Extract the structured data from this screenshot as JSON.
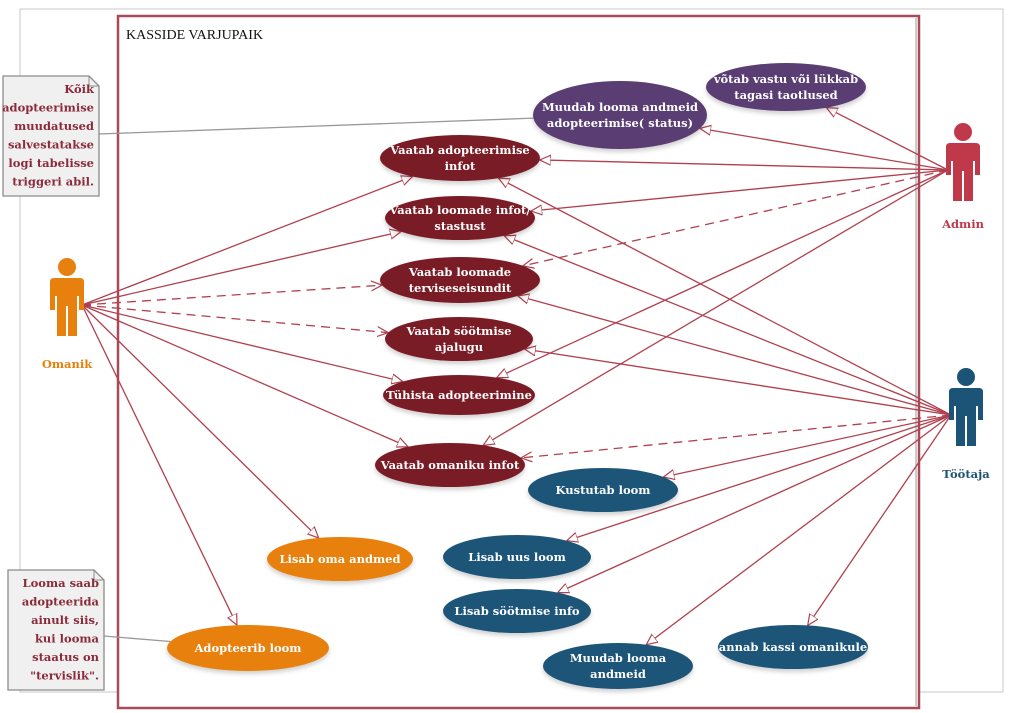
{
  "system": {
    "title": "KASSIDE VARJUPAIK"
  },
  "colors": {
    "line": "#b0404f",
    "frame": "#a84a58",
    "admin": "#c0394a",
    "omanik": "#e8800e",
    "tootaja": "#1c5478",
    "uc_purple": "#5a3e72",
    "uc_maroon": "#7a1c28",
    "uc_orange": "#e8800e",
    "uc_blue": "#1c5478",
    "note_bg": "#f0f0f0",
    "note_text": "#8a2a3a"
  },
  "actors": [
    {
      "id": "admin",
      "label": "Admin",
      "icon": "person-icon",
      "color_key": "admin"
    },
    {
      "id": "omanik",
      "label": "Omanik",
      "icon": "person-icon",
      "color_key": "omanik"
    },
    {
      "id": "tootaja",
      "label": "Töötaja",
      "icon": "person-icon",
      "color_key": "tootaja"
    }
  ],
  "use_cases": [
    {
      "id": "uc_accept",
      "lines": [
        "võtab vastu või lükkab",
        "tagasi taotlused"
      ],
      "color_key": "uc_purple"
    },
    {
      "id": "uc_status",
      "lines": [
        "Muudab looma andmeid",
        "adopteerimise( status)"
      ],
      "color_key": "uc_purple"
    },
    {
      "id": "uc_adopt_info",
      "lines": [
        "Vaatab adopteerimise",
        "infot"
      ],
      "color_key": "uc_maroon"
    },
    {
      "id": "uc_animal_info",
      "lines": [
        "Vaatab loomade infot/",
        "stastust"
      ],
      "color_key": "uc_maroon"
    },
    {
      "id": "uc_health",
      "lines": [
        "Vaatab loomade",
        "terviseseisundit"
      ],
      "color_key": "uc_maroon"
    },
    {
      "id": "uc_feed_hist",
      "lines": [
        "Vaatab söötmise",
        "ajalugu"
      ],
      "color_key": "uc_maroon"
    },
    {
      "id": "uc_cancel",
      "lines": [
        "Tühista adopteerimine"
      ],
      "color_key": "uc_maroon"
    },
    {
      "id": "uc_owner_info",
      "lines": [
        "Vaatab omaniku infot"
      ],
      "color_key": "uc_maroon"
    },
    {
      "id": "uc_delete",
      "lines": [
        "Kustutab loom"
      ],
      "color_key": "uc_blue"
    },
    {
      "id": "uc_add_own",
      "lines": [
        "Lisab oma andmed"
      ],
      "color_key": "uc_orange"
    },
    {
      "id": "uc_add_animal",
      "lines": [
        "Lisab uus loom"
      ],
      "color_key": "uc_blue"
    },
    {
      "id": "uc_add_feed",
      "lines": [
        "Lisab söötmise info"
      ],
      "color_key": "uc_blue"
    },
    {
      "id": "uc_adopt",
      "lines": [
        "Adopteerib loom"
      ],
      "color_key": "uc_orange"
    },
    {
      "id": "uc_edit_animal",
      "lines": [
        "Muudab looma",
        "andmeid"
      ],
      "color_key": "uc_blue"
    },
    {
      "id": "uc_give",
      "lines": [
        "annab kassi omanikule"
      ],
      "color_key": "uc_blue"
    }
  ],
  "associations": [
    {
      "from": "admin",
      "to": "uc_accept",
      "style": "solid"
    },
    {
      "from": "admin",
      "to": "uc_status",
      "style": "solid"
    },
    {
      "from": "admin",
      "to": "uc_adopt_info",
      "style": "solid"
    },
    {
      "from": "admin",
      "to": "uc_animal_info",
      "style": "solid"
    },
    {
      "from": "admin",
      "to": "uc_health",
      "style": "dashed"
    },
    {
      "from": "admin",
      "to": "uc_cancel",
      "style": "solid"
    },
    {
      "from": "admin",
      "to": "uc_owner_info",
      "style": "solid"
    },
    {
      "from": "omanik",
      "to": "uc_adopt_info",
      "style": "solid"
    },
    {
      "from": "omanik",
      "to": "uc_animal_info",
      "style": "solid"
    },
    {
      "from": "omanik",
      "to": "uc_health",
      "style": "dashed"
    },
    {
      "from": "omanik",
      "to": "uc_feed_hist",
      "style": "dashed"
    },
    {
      "from": "omanik",
      "to": "uc_cancel",
      "style": "solid"
    },
    {
      "from": "omanik",
      "to": "uc_owner_info",
      "style": "solid"
    },
    {
      "from": "omanik",
      "to": "uc_add_own",
      "style": "solid"
    },
    {
      "from": "omanik",
      "to": "uc_adopt",
      "style": "solid"
    },
    {
      "from": "tootaja",
      "to": "uc_adopt_info",
      "style": "solid"
    },
    {
      "from": "tootaja",
      "to": "uc_animal_info",
      "style": "solid"
    },
    {
      "from": "tootaja",
      "to": "uc_health",
      "style": "solid"
    },
    {
      "from": "tootaja",
      "to": "uc_feed_hist",
      "style": "solid"
    },
    {
      "from": "tootaja",
      "to": "uc_owner_info",
      "style": "dashed"
    },
    {
      "from": "tootaja",
      "to": "uc_delete",
      "style": "solid"
    },
    {
      "from": "tootaja",
      "to": "uc_add_animal",
      "style": "solid"
    },
    {
      "from": "tootaja",
      "to": "uc_add_feed",
      "style": "solid"
    },
    {
      "from": "tootaja",
      "to": "uc_edit_animal",
      "style": "solid"
    },
    {
      "from": "tootaja",
      "to": "uc_give",
      "style": "solid"
    }
  ],
  "notes": [
    {
      "id": "note_log",
      "lines": [
        "Kõik",
        "adopteerimise",
        "muudatused",
        "salvestatakse",
        "logi tabelisse",
        "triggeri abil."
      ],
      "attached_to": "uc_status"
    },
    {
      "id": "note_adopt",
      "lines": [
        "Looma saab",
        "adopteerida",
        "ainult siis,",
        "kui looma",
        "staatus on",
        "\"tervislik\"."
      ],
      "attached_to": "uc_adopt"
    }
  ]
}
